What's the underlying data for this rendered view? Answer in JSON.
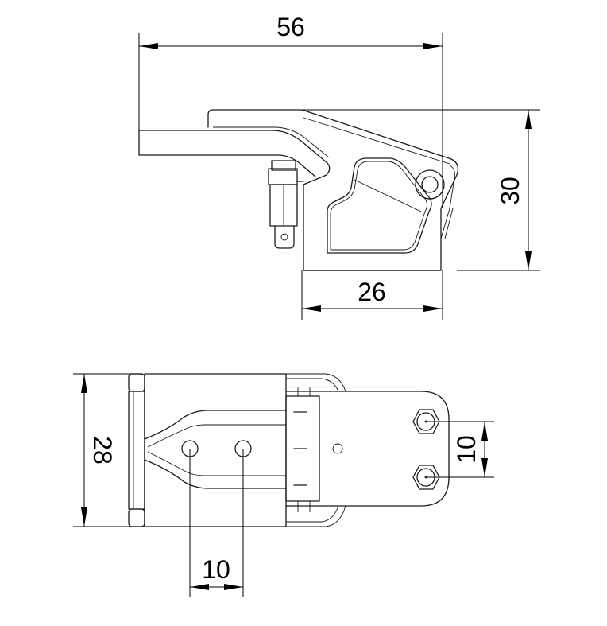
{
  "dimensions": {
    "side_width": "56",
    "side_height": "30",
    "side_base": "26",
    "bottom_height": "28",
    "bottom_hole_spacing_vertical": "10",
    "bottom_hole_spacing_horizontal": "10"
  }
}
